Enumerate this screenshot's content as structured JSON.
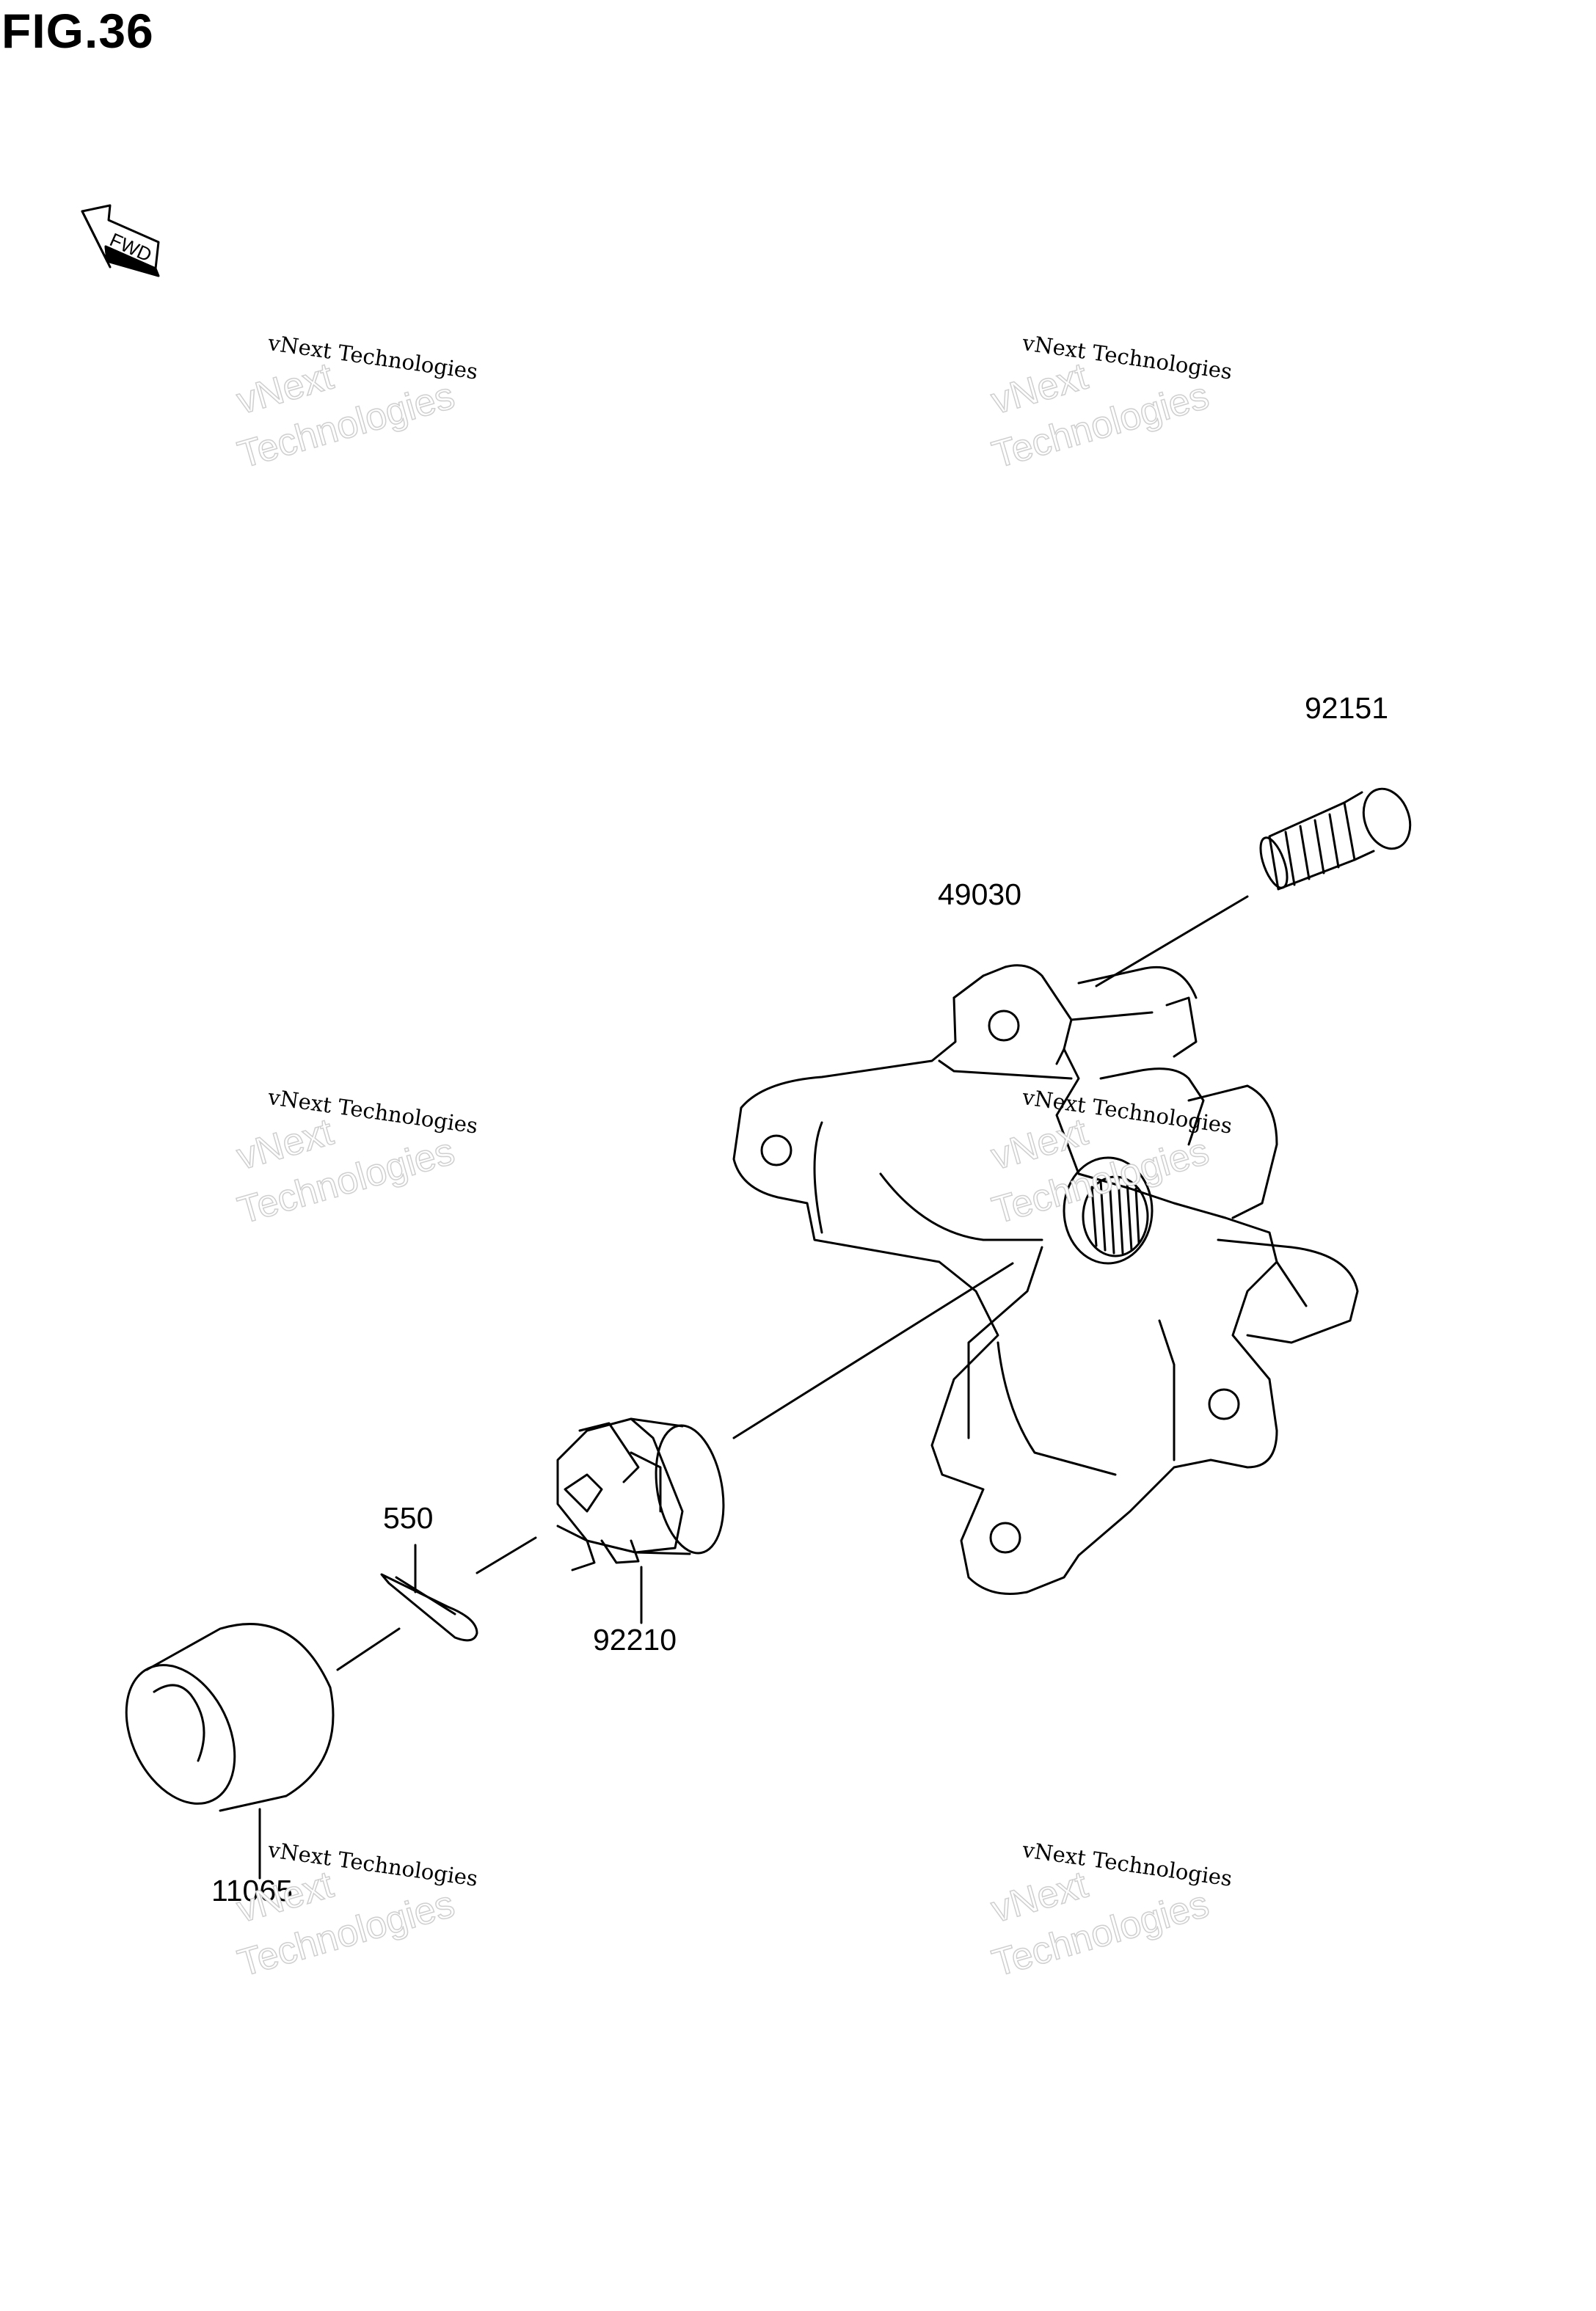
{
  "figure": {
    "title": "FIG.36",
    "fwd_label": "FWD"
  },
  "parts": [
    {
      "id": "92151",
      "label": "92151"
    },
    {
      "id": "49030",
      "label": "49030"
    },
    {
      "id": "550",
      "label": "550"
    },
    {
      "id": "92210",
      "label": "92210"
    },
    {
      "id": "11065",
      "label": "11065"
    }
  ],
  "watermark": {
    "line": "vNext Technologies",
    "big_top": "vNext",
    "big_bottom": "Technologies"
  }
}
